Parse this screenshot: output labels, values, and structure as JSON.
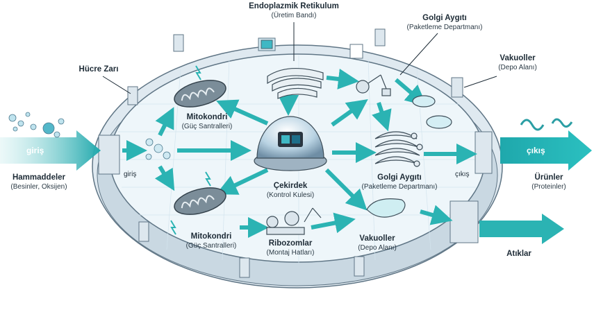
{
  "labels": {
    "er": {
      "title": "Endoplazmik Retikulum",
      "sub": "(Üretim Bandı)"
    },
    "golgi_top": {
      "title": "Golgi Aygıtı",
      "sub": "(Paketleme Departmanı)"
    },
    "vacuole_top": {
      "title": "Vakuoller",
      "sub": "(Depo Alanı)"
    },
    "membrane": {
      "title": "Hücre Zarı"
    },
    "mito_top": {
      "title": "Mitokondri",
      "sub": "(Güç Santralleri)"
    },
    "nucleus": {
      "title": "Çekirdek",
      "sub": "(Kontrol Kulesi)"
    },
    "golgi_mid": {
      "title": "Golgi Aygıtı",
      "sub": "(Paketleme Departmanı)"
    },
    "mito_bottom": {
      "title": "Mitokondri",
      "sub": "(Güç Santralleri)"
    },
    "ribosome": {
      "title": "Ribozomlar",
      "sub": "(Montaj Hatları)"
    },
    "vacuole_bottom": {
      "title": "Vakuoller",
      "sub": "(Depo Alanı)"
    },
    "raw": {
      "title": "Hammaddeler",
      "sub": "(Besinler, Oksijen)"
    },
    "products": {
      "title": "Ürünler",
      "sub": "(Proteinler)"
    },
    "waste": {
      "title": "Atıklar"
    }
  },
  "arrows": {
    "input": "giriş",
    "output": "çıkış",
    "input_small": "giriş",
    "output_small": "çıkış"
  },
  "colors": {
    "teal": "#2bb3b3",
    "teal_dark": "#1b8f96",
    "wall": "#c9d8e2",
    "floor": "#eef6fa"
  }
}
